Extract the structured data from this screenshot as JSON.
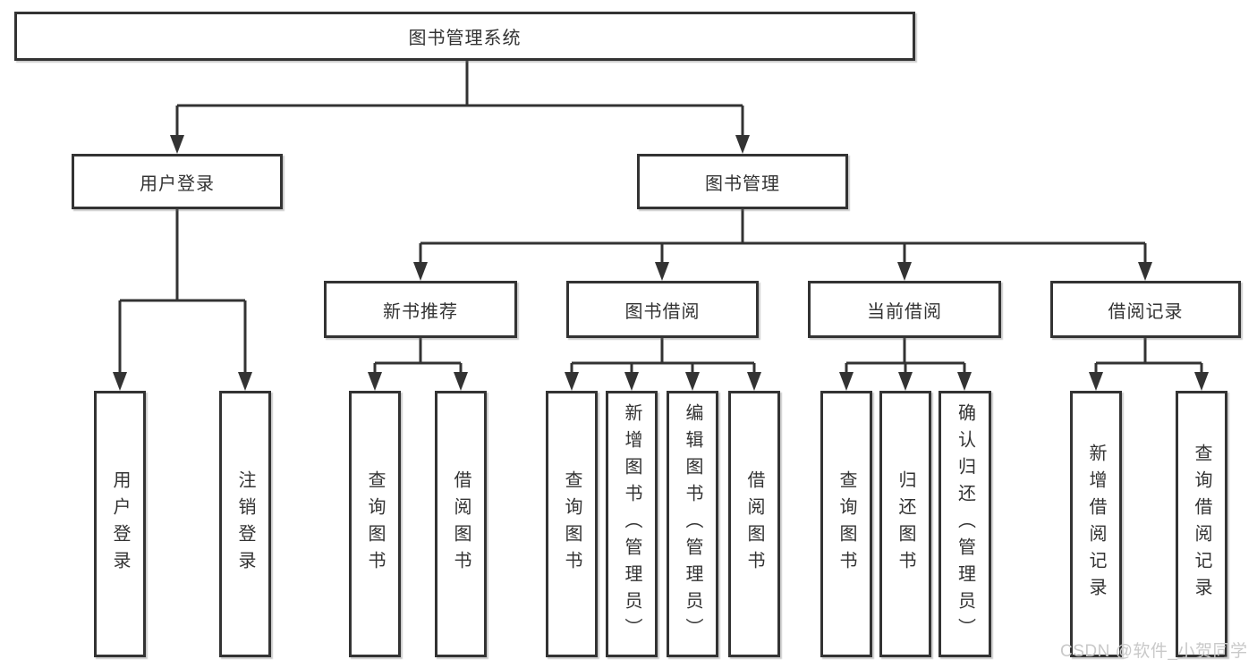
{
  "tree": {
    "label": "图书管理系统",
    "children": [
      {
        "label": "用户登录",
        "children": [
          {
            "label": "用户登录"
          },
          {
            "label": "注销登录"
          }
        ]
      },
      {
        "label": "图书管理",
        "children": [
          {
            "label": "新书推荐",
            "children": [
              {
                "label": "查询图书"
              },
              {
                "label": "借阅图书"
              }
            ]
          },
          {
            "label": "图书借阅",
            "children": [
              {
                "label": "查询图书"
              },
              {
                "label": "新增图书（管理员）"
              },
              {
                "label": "编辑图书（管理员）"
              },
              {
                "label": "借阅图书"
              }
            ]
          },
          {
            "label": "当前借阅",
            "children": [
              {
                "label": "查询图书"
              },
              {
                "label": "归还图书"
              },
              {
                "label": "确认归还（管理员）"
              }
            ]
          },
          {
            "label": "借阅记录",
            "children": [
              {
                "label": "新增借阅记录"
              },
              {
                "label": "查询借阅记录"
              }
            ]
          }
        ]
      }
    ]
  },
  "watermark": {
    "text": "CSDN @软件_小贺同学"
  },
  "colors": {
    "line": "#333333",
    "box_border": "#333333",
    "box_background": "#ffffff",
    "text": "#333333",
    "watermark": "#c9c9c9",
    "page_background": "#ffffff"
  }
}
